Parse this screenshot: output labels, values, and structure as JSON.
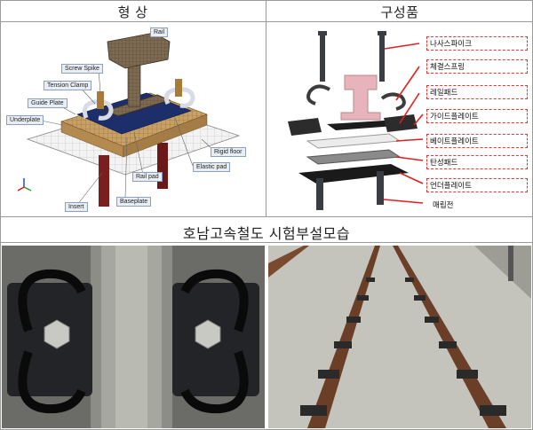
{
  "headers": {
    "shape": "형    상",
    "components": "구성품",
    "photos": "호남고속철도 시험부설모습"
  },
  "model_labels": [
    "Rail",
    "Screw Spike",
    "Tension Clamp",
    "Guide Plate",
    "Underplate",
    "Rail pad",
    "Elastic pad",
    "Rigid floor",
    "Baseplate",
    "Insert"
  ],
  "component_labels": [
    "나사스파이크",
    "체결스프링",
    "레일패드",
    "가이드플레이트",
    "베이트플레이트",
    "탄성패드",
    "언더플레이트",
    "매립전"
  ],
  "colors": {
    "rail": "#7d6a52",
    "pad_blue": "#1d2f6b",
    "underplate": "#c8a064",
    "insert": "#7a1e1e",
    "component_red": "#e02020"
  }
}
